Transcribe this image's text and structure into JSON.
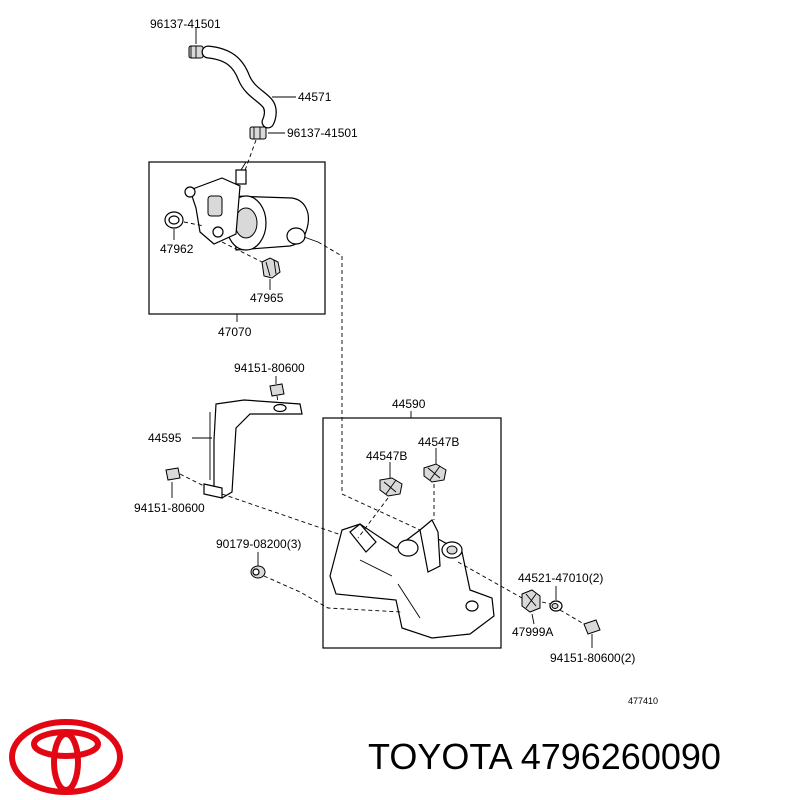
{
  "diagram": {
    "labels": {
      "hose_clamp_top": "96137-41501",
      "hose": "44571",
      "hose_clamp_bottom": "96137-41501",
      "seal_ring": "47962",
      "pump_cushion": "47965",
      "pump_assembly": "47070",
      "bracket_bolt_top": "94151-80600",
      "bracket_side": "44595",
      "bracket_bolt_left": "94151-80600",
      "bracket_main": "44590",
      "cushion_left": "44547B",
      "cushion_right": "44547B",
      "collar": "90179-08200(3)",
      "retainer_grommet": "44521-47010(2)",
      "grommet": "47999A",
      "bolt_right": "94151-80600(2)",
      "figure_id": "477410"
    }
  },
  "caption": {
    "brand": "TOYOTA",
    "part_number": "4796260090",
    "text": "TOYOTA 4796260090"
  },
  "logo": {
    "name": "toyota-logo",
    "color": "#e30613"
  }
}
